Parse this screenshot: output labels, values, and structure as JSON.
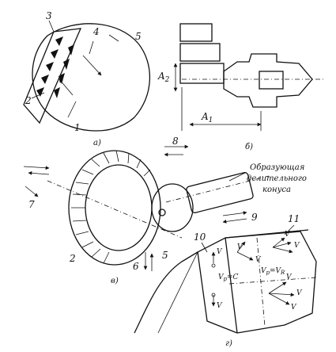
{
  "panels": {
    "a": {
      "caption": "а)",
      "labels": [
        "1",
        "2",
        "3",
        "4",
        "5"
      ]
    },
    "b": {
      "caption": "б)",
      "dim_a1": "A",
      "dim_a1_sub": "1",
      "dim_a2": "A",
      "dim_a2_sub": "2"
    },
    "v": {
      "caption": "в)",
      "labels": [
        "2",
        "5",
        "6",
        "7",
        "8",
        "9"
      ],
      "callout_lines": [
        "Образующая",
        "делительного",
        "конуса"
      ]
    },
    "g": {
      "caption": "г)",
      "labels": [
        "10",
        "11"
      ],
      "eq_left": "V",
      "eq_left_sub": "p",
      "eq_left_rhs": "=C",
      "eq_right_v1": "V",
      "eq_right_v1_sub": "p",
      "eq_right_v2": "V",
      "eq_right_v2_sub": "R",
      "v_labels": [
        "V",
        "V",
        "V",
        "V",
        "V",
        "V",
        "V",
        "V",
        "V"
      ]
    }
  },
  "colors": {
    "ink": "#111111",
    "paper": "#ffffff"
  }
}
